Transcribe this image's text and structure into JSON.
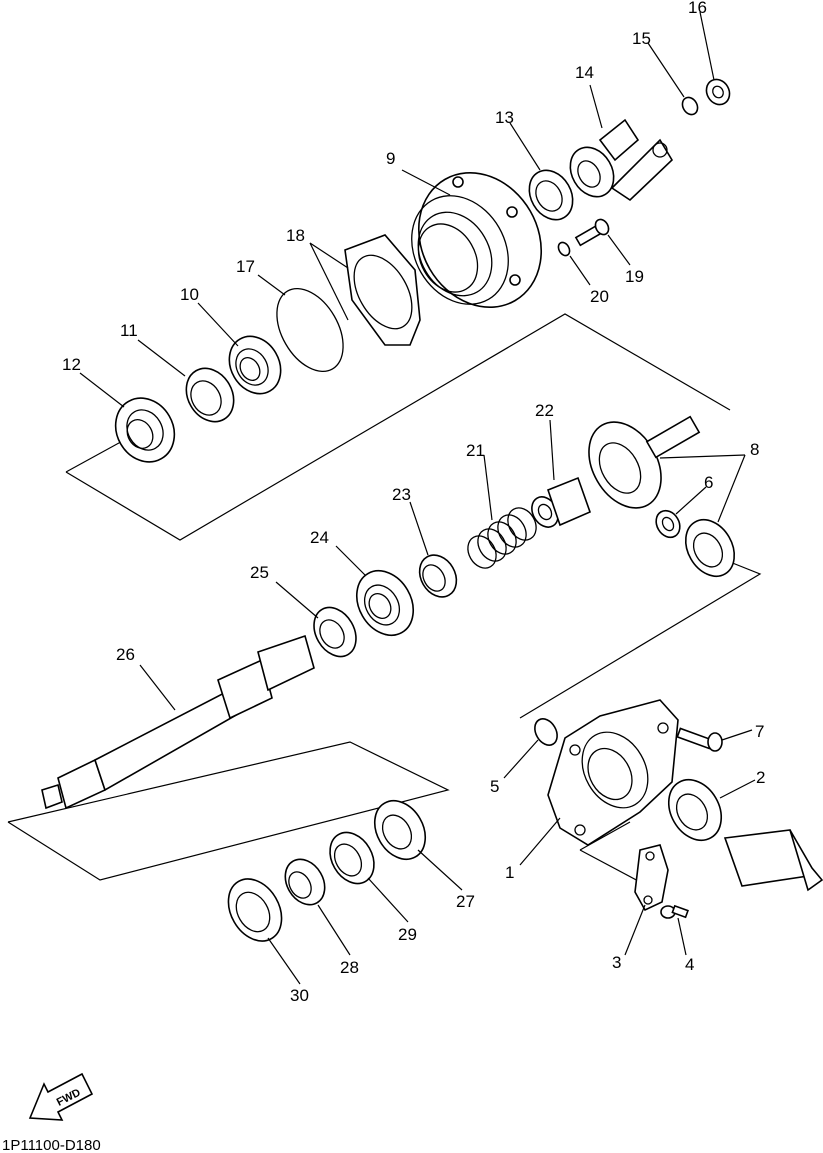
{
  "diagram": {
    "code": "1P11100-D180",
    "fwd_label": "FWD",
    "callouts": [
      "1",
      "2",
      "3",
      "4",
      "5",
      "6",
      "7",
      "8",
      "9",
      "10",
      "11",
      "12",
      "13",
      "14",
      "15",
      "16",
      "17",
      "18",
      "19",
      "20",
      "21",
      "22",
      "23",
      "24",
      "25",
      "26",
      "27",
      "28",
      "29",
      "30"
    ]
  }
}
